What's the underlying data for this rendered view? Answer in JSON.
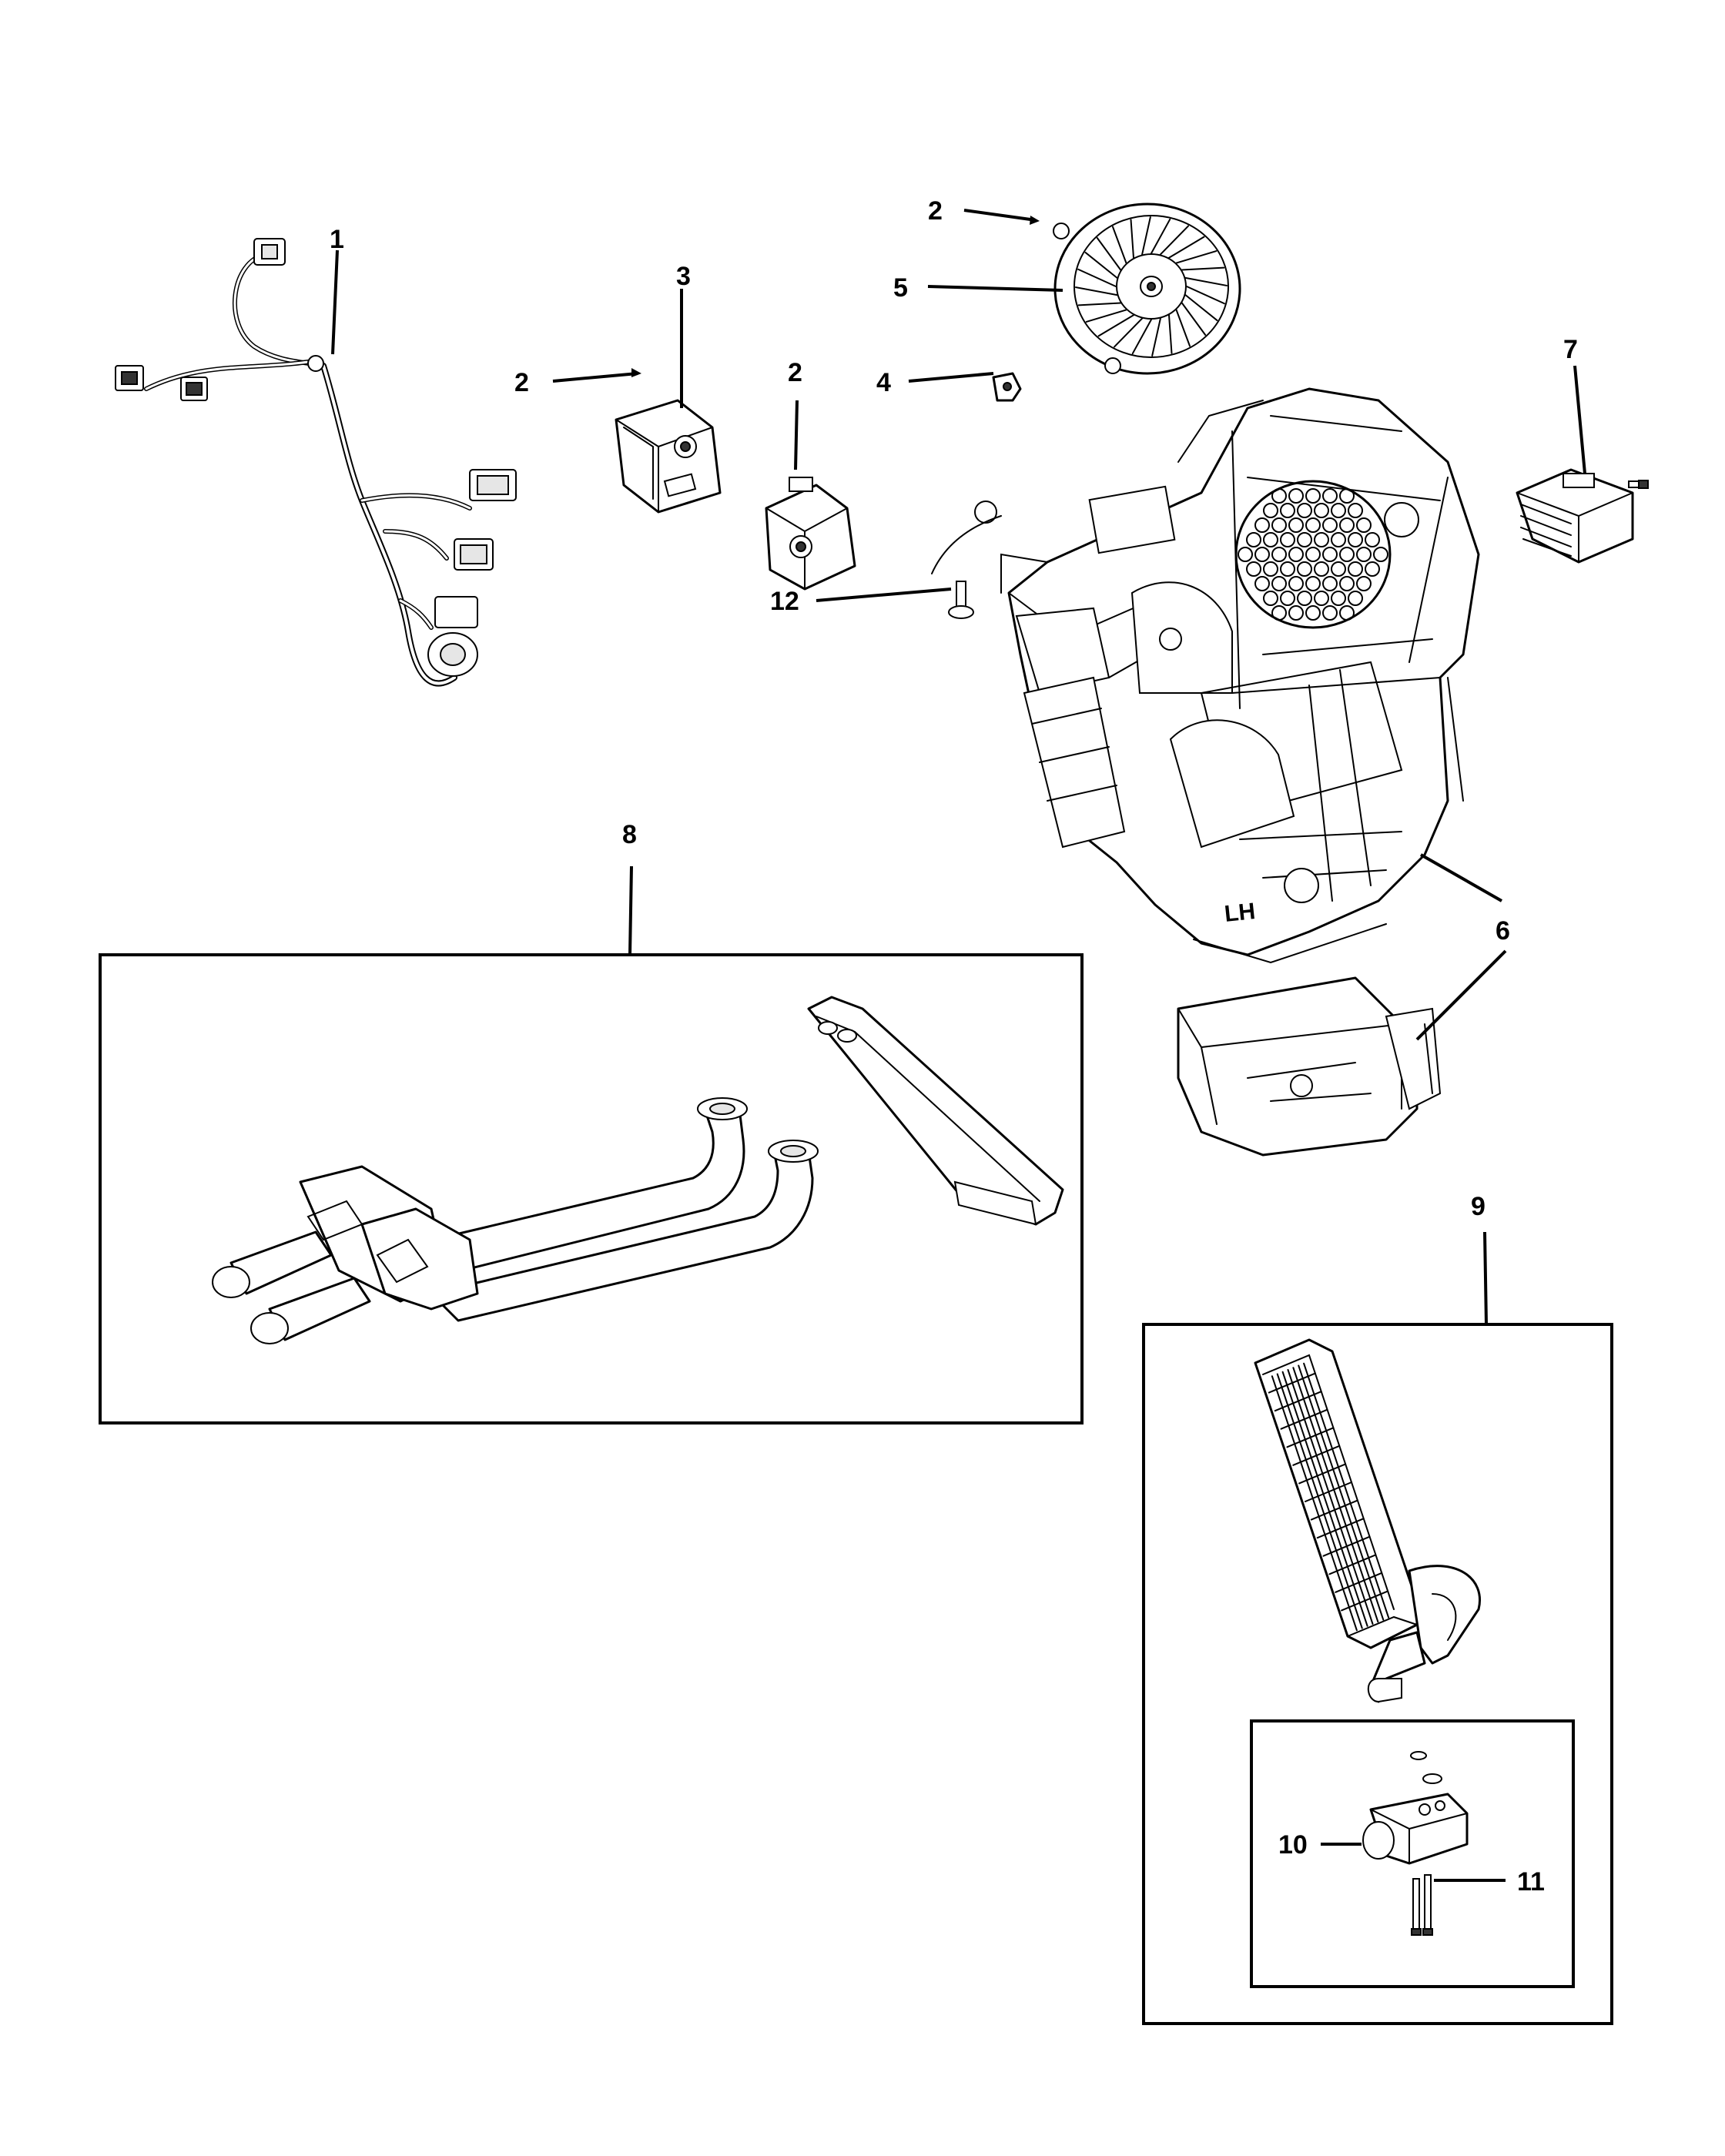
{
  "diagram": {
    "type": "exploded-parts-diagram",
    "callouts": [
      {
        "id": "c1",
        "label": "1"
      },
      {
        "id": "c2a",
        "label": "2"
      },
      {
        "id": "c2b",
        "label": "2"
      },
      {
        "id": "c2c",
        "label": "2"
      },
      {
        "id": "c3",
        "label": "3"
      },
      {
        "id": "c4",
        "label": "4"
      },
      {
        "id": "c5",
        "label": "5"
      },
      {
        "id": "c6",
        "label": "6"
      },
      {
        "id": "c7",
        "label": "7"
      },
      {
        "id": "c8",
        "label": "8"
      },
      {
        "id": "c9",
        "label": "9"
      },
      {
        "id": "c10",
        "label": "10"
      },
      {
        "id": "c11",
        "label": "11"
      },
      {
        "id": "c12",
        "label": "12"
      }
    ],
    "housing_marking": "LH",
    "line_color": "#000000",
    "background_color": "#ffffff"
  }
}
